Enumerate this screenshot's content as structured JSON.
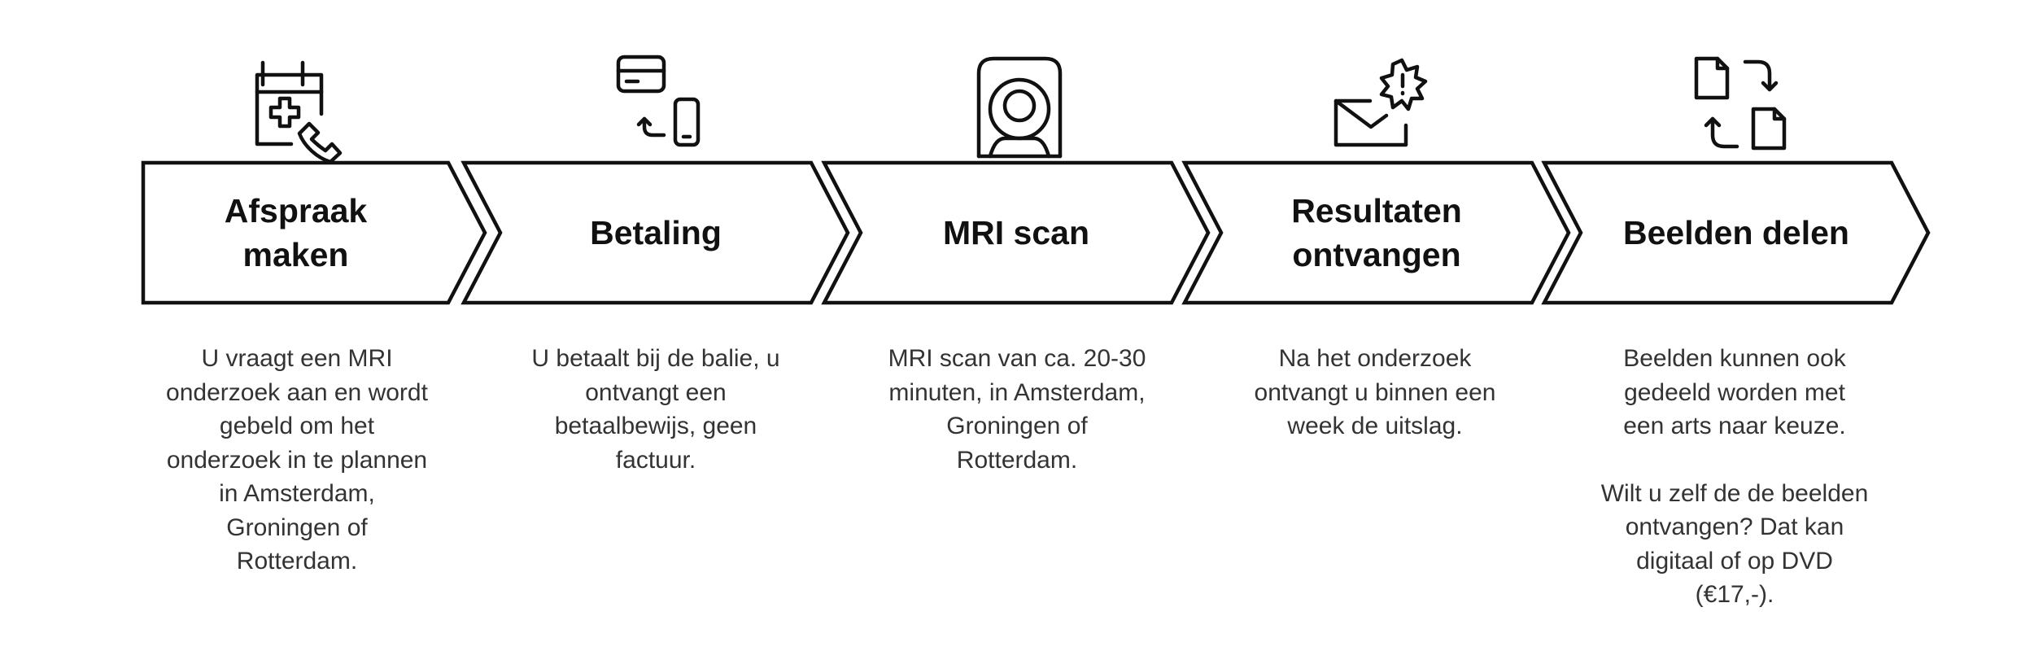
{
  "colors": {
    "stroke": "#111111",
    "title_text": "#111111",
    "description_text": "#333333",
    "background": "#ffffff"
  },
  "steps": [
    {
      "icon": "calendar-medical-phone-icon",
      "title_lines": [
        "Afspraak",
        "maken"
      ],
      "description": [
        "U vraagt een MRI onderzoek aan en wordt gebeld om het onderzoek in te plannen in Amsterdam, Groningen of Rotterdam."
      ]
    },
    {
      "icon": "card-to-phone-payment-icon",
      "title_lines": [
        "Betaling"
      ],
      "description": [
        "U betaalt bij de balie, u ontvangt een betaalbewijs, geen factuur."
      ]
    },
    {
      "icon": "mri-scanner-icon",
      "title_lines": [
        "MRI scan"
      ],
      "description": [
        "MRI scan van ca. 20-30 minuten, in Amsterdam, Groningen of Rotterdam."
      ]
    },
    {
      "icon": "envelope-alert-icon",
      "title_lines": [
        "Resultaten",
        "ontvangen"
      ],
      "description": [
        "Na het onderzoek ontvangt u binnen een week de uitslag."
      ]
    },
    {
      "icon": "document-swap-icon",
      "title_lines": [
        "Beelden delen"
      ],
      "description": [
        "Beelden kunnen ook gedeeld worden met een arts naar keuze.",
        "Wilt u zelf de de beelden ontvangen? Dat kan digitaal of op DVD (€17,-)."
      ]
    }
  ]
}
